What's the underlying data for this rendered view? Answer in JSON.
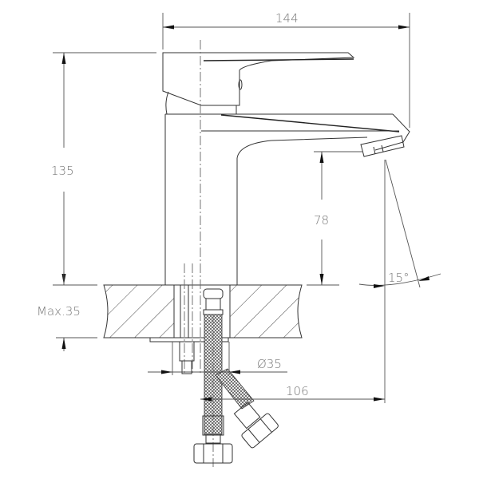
{
  "drawing": {
    "subject": "Single-lever basin mixer faucet side view",
    "line_color": "#333333",
    "dimension_text_color": "#777777"
  },
  "dimensions": {
    "overall_width": "144",
    "overall_height": "135",
    "spout_height": "78",
    "max_counter_thickness": "Max.35",
    "hole_diameter": "Ø35",
    "spout_reach": "106",
    "swivel_angle": "15°"
  }
}
